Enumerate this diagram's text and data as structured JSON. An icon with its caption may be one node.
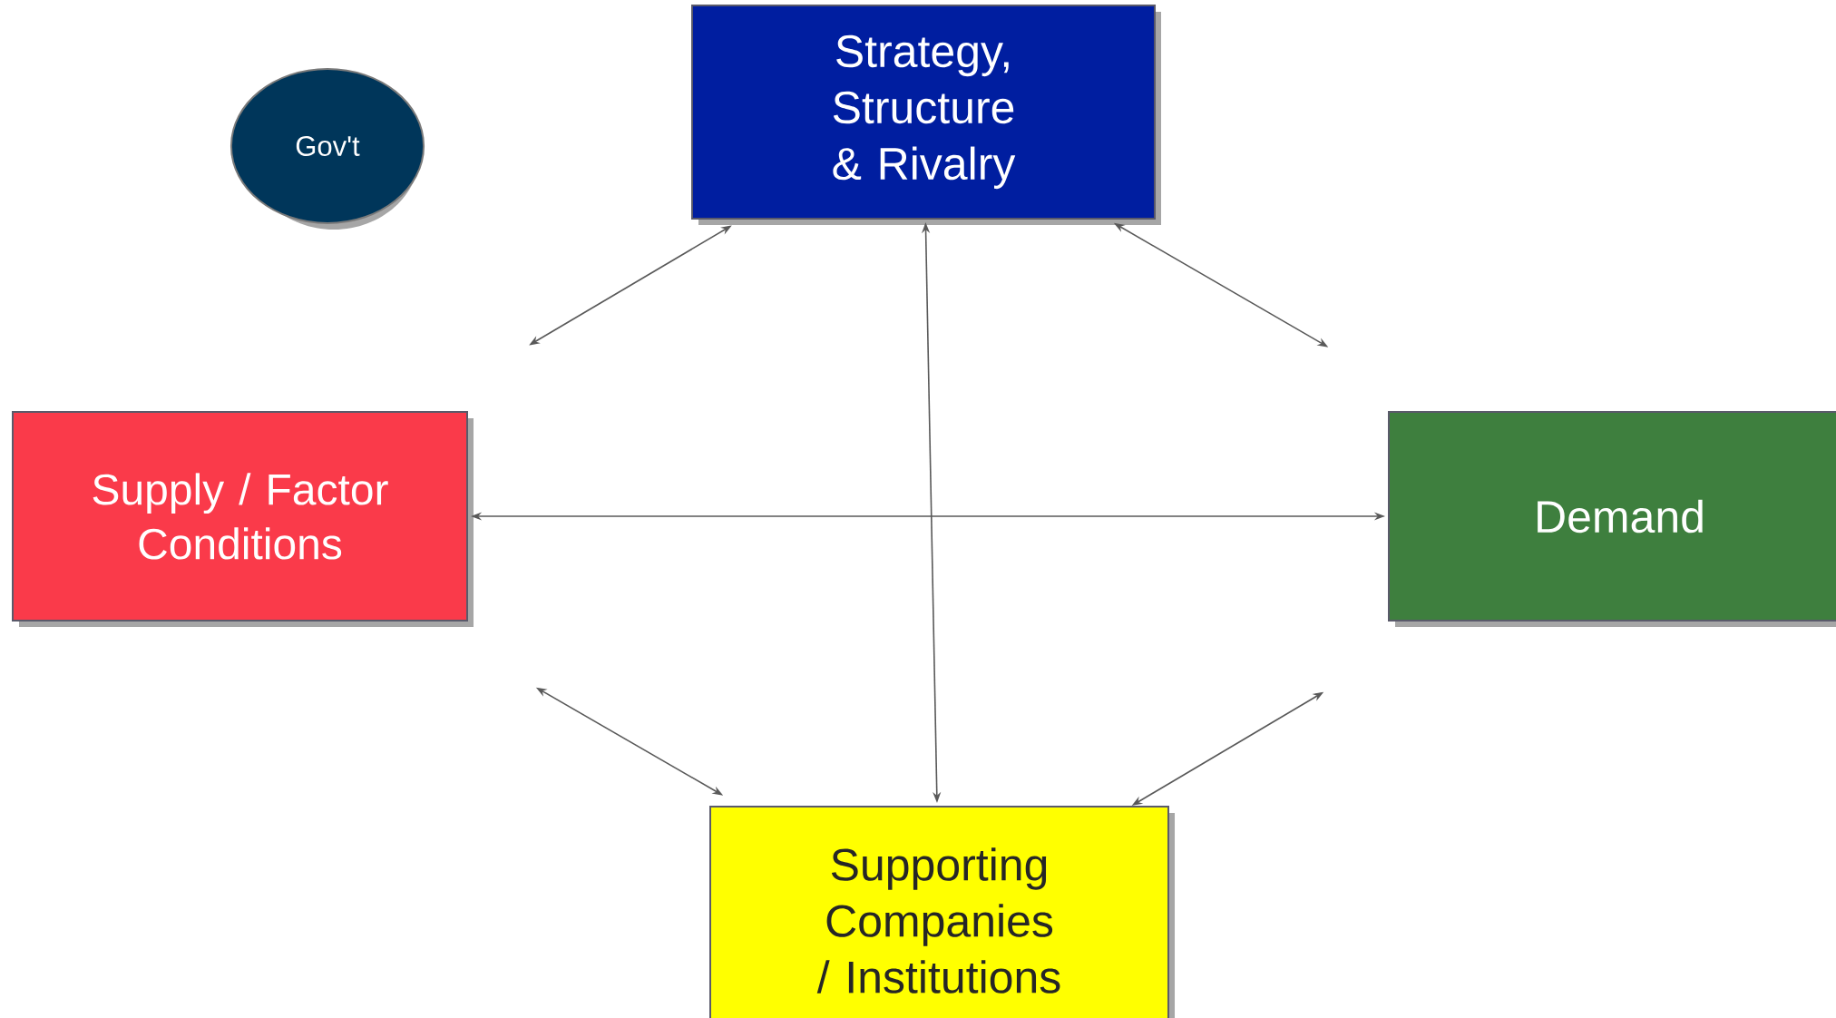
{
  "diagram": {
    "nodes": [
      {
        "text": [
          "Gov't"
        ]
      },
      {
        "text": [
          "Strategy, Structure & Rivalry"
        ]
      },
      {
        "text": [
          "Supply / Factor Conditions"
        ]
      },
      {
        "text": [
          "Demand"
        ]
      },
      {
        "text": [
          "Supporting Companies / Institutions"
        ]
      }
    ],
    "edges": [
      {
        "from": 2,
        "to": 1,
        "arrow": "both"
      },
      {
        "from": 1,
        "to": 3,
        "arrow": "both"
      },
      {
        "from": 2,
        "to": 4,
        "arrow": "both"
      },
      {
        "from": 4,
        "to": 3,
        "arrow": "both"
      },
      {
        "from": 2,
        "to": 3,
        "arrow": "both"
      },
      {
        "from": 1,
        "to": 4,
        "arrow": "both"
      }
    ]
  }
}
